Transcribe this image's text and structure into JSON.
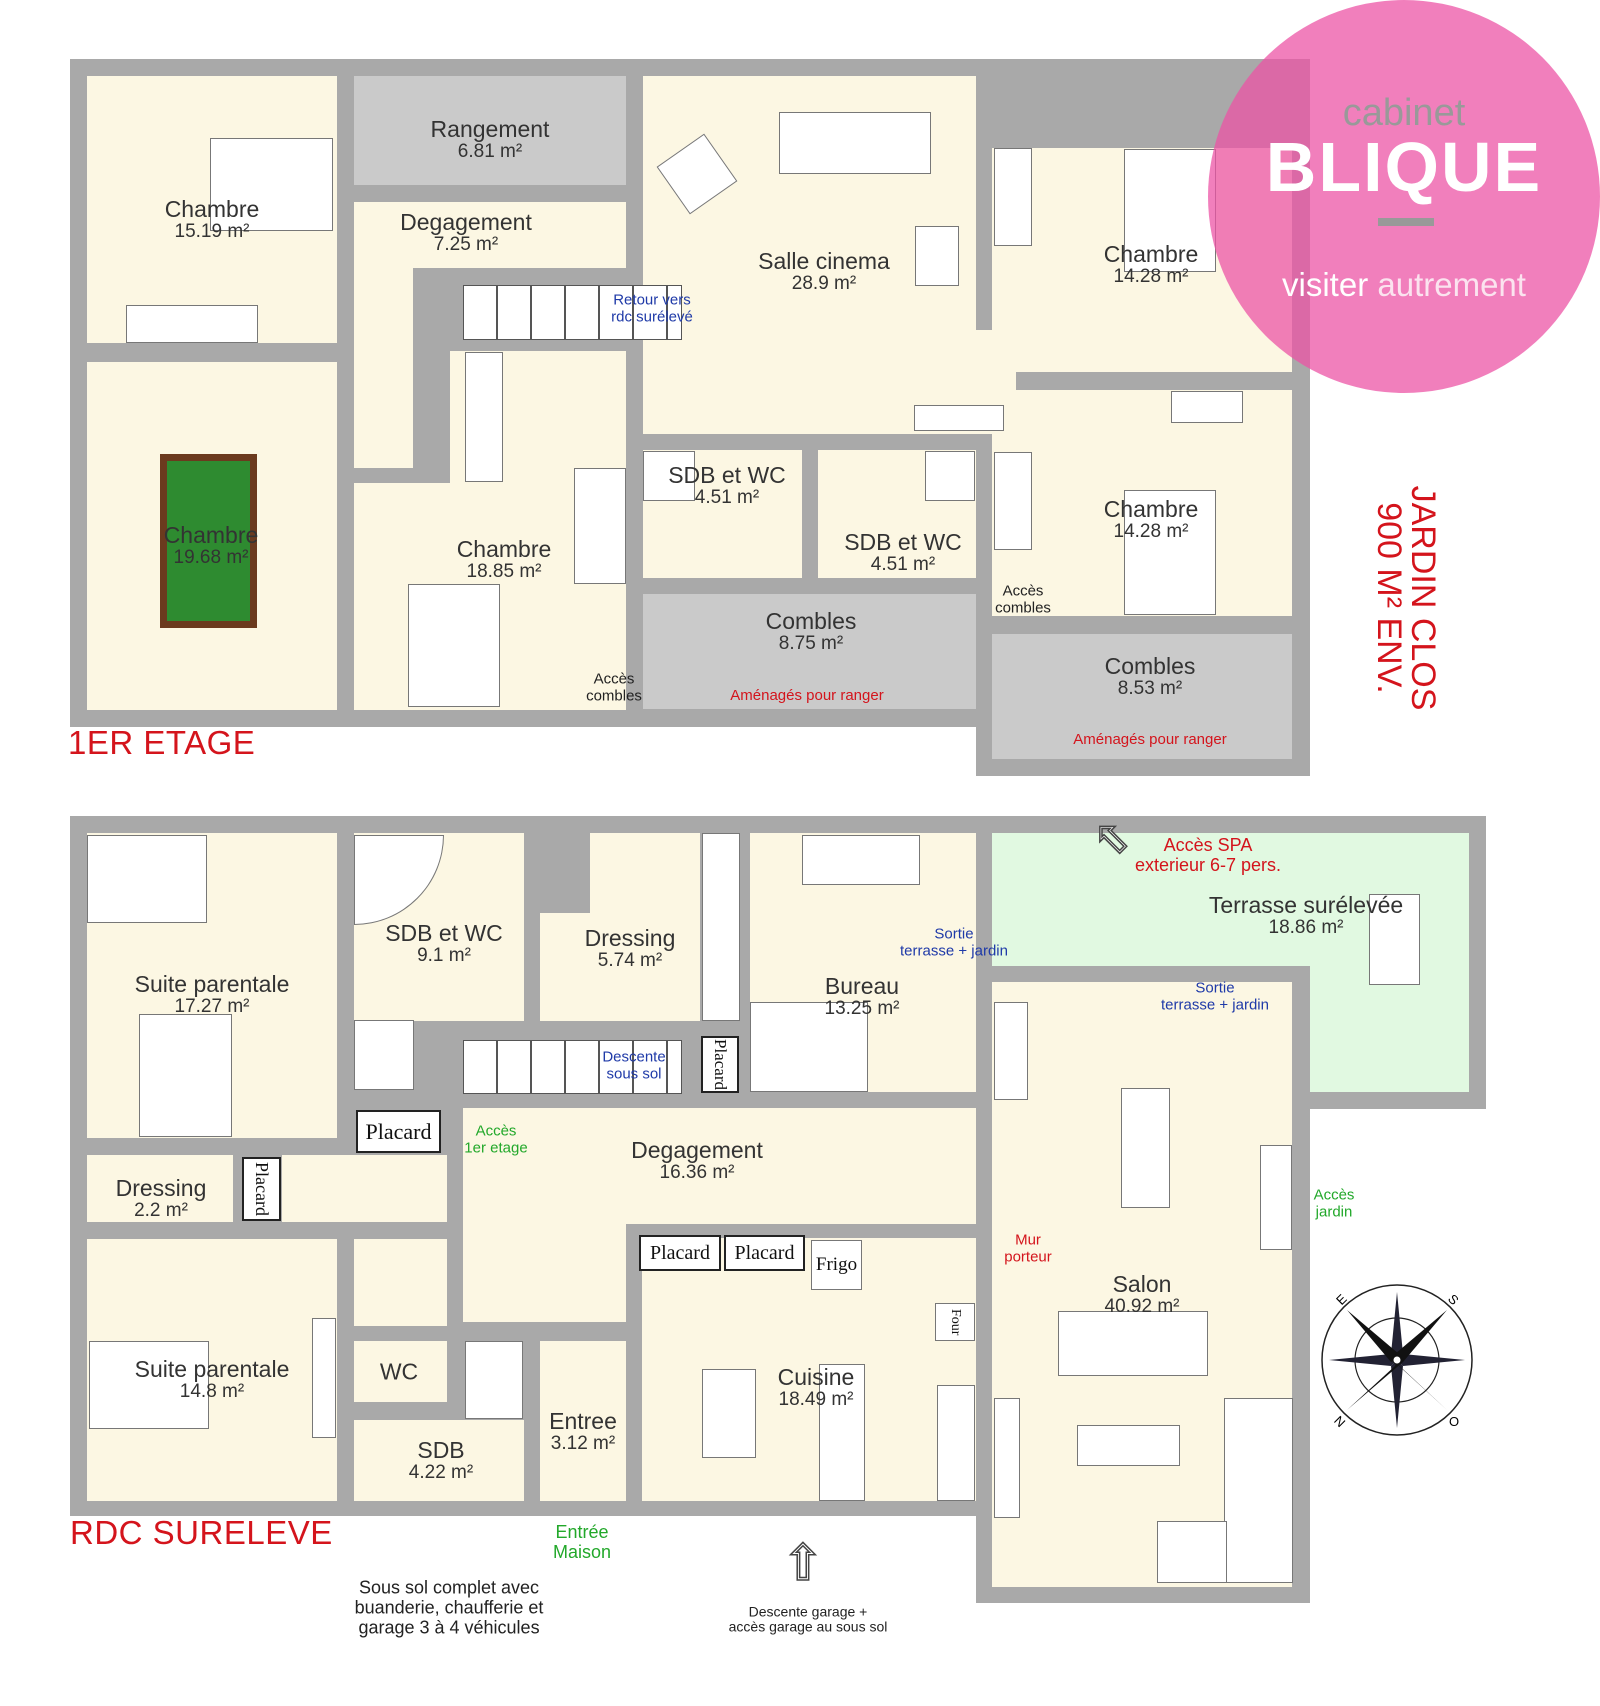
{
  "floors": {
    "first": {
      "title": "1ER ETAGE",
      "rooms": [
        {
          "name": "Chambre",
          "area": "15.19 m²"
        },
        {
          "name": "Rangement",
          "area": "6.81 m²"
        },
        {
          "name": "Degagement",
          "area": "7.25 m²"
        },
        {
          "name": "Salle cinema",
          "area": "28.9 m²"
        },
        {
          "name": "Chambre",
          "area": "19.68 m²"
        },
        {
          "name": "Chambre",
          "area": "18.85 m²"
        },
        {
          "name": "SDB et WC",
          "area": "4.51 m²"
        },
        {
          "name": "SDB et WC",
          "area": "4.51 m²"
        },
        {
          "name": "Combles",
          "area": "8.75 m²"
        },
        {
          "name": "Chambre",
          "area": "14.28 m²"
        },
        {
          "name": "Chambre",
          "area": "14.28 m²"
        },
        {
          "name": "Combles",
          "area": "8.53 m²"
        }
      ],
      "notes": {
        "stairs_return": "Retour vers\nrdc surélevé",
        "attic_access_1": "Accès\ncombles",
        "attic_access_2": "Accès\ncombles",
        "storage_note_1": "Aménagés pour ranger",
        "storage_note_2": "Aménagés pour ranger"
      }
    },
    "ground": {
      "title": "RDC SURELEVE",
      "rooms": [
        {
          "name": "Suite parentale",
          "area": "17.27 m²"
        },
        {
          "name": "SDB et WC",
          "area": "9.1 m²"
        },
        {
          "name": "Dressing",
          "area": "5.74 m²"
        },
        {
          "name": "Bureau",
          "area": "13.25 m²"
        },
        {
          "name": "Terrasse surélevée",
          "area": "18.86 m²"
        },
        {
          "name": "Degagement",
          "area": "16.36 m²"
        },
        {
          "name": "Dressing",
          "area": "2.2 m²"
        },
        {
          "name": "Salon",
          "area": "40.92 m²"
        },
        {
          "name": "Suite parentale",
          "area": "14.8 m²"
        },
        {
          "name": "Cuisine",
          "area": "18.49 m²"
        },
        {
          "name": "Entree",
          "area": "3.12 m²"
        },
        {
          "name": "SDB",
          "area": "4.22 m²"
        },
        {
          "name": "WC",
          "area": ""
        }
      ],
      "fixtures": {
        "placard": "Placard",
        "frigo": "Frigo",
        "four": "Four"
      },
      "notes": {
        "exit_garden_1": "Sortie\nterrasse + jardin",
        "exit_garden_2": "Sortie\nterrasse + jardin",
        "spa": "Accès SPA\nexterieur 6-7 pers.",
        "basement_stairs": "Descente\nsous sol",
        "first_floor_access": "Accès\n1er etage",
        "load_wall": "Mur\nporteur",
        "garden_access": "Accès\njardin",
        "house_entrance": "Entrée\nMaison",
        "basement": "Sous sol complet avec\nbuanderie, chaufferie et\ngarage 3 à 4 véhicules",
        "garage": "Descente garage +\naccès garage au sous sol"
      }
    }
  },
  "garden": "JARDIN CLOS\n900 M² ENV.",
  "compass": {
    "e": "E",
    "s": "S",
    "o": "O",
    "n": "N"
  },
  "logo": {
    "line1": "cabinet",
    "brand": "BLIQUE",
    "tag_a": "visiter",
    "tag_b": "autrement"
  },
  "colors": {
    "wall": "#a9a9a9",
    "floor": "#fcf7e3",
    "storage": "#cacaca",
    "terrace": "#e1f9e1",
    "accent_red": "#d4141c",
    "logo_pink": "#ee5fad"
  }
}
